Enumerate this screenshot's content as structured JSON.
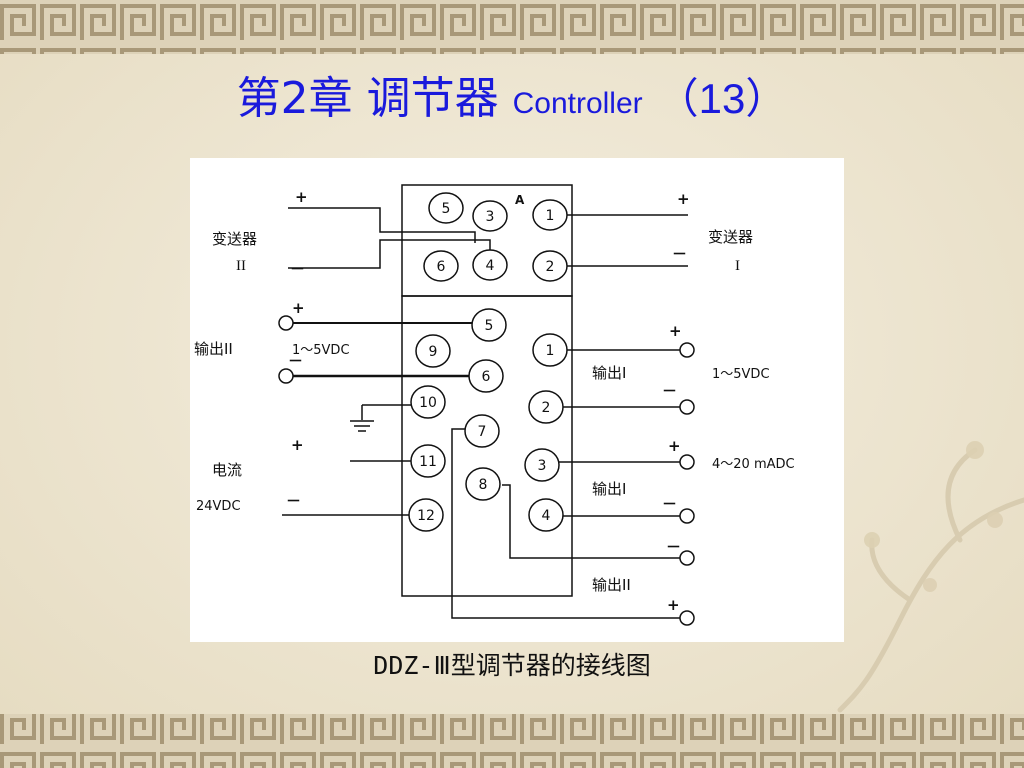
{
  "slide": {
    "title_cn": "第2章 调节器 ",
    "title_en": "Controller",
    "title_num": "（13）"
  },
  "diagram": {
    "left": {
      "transmitter_label": "变送器",
      "transmitter_id": "II",
      "output_label": "输出II",
      "output_range": "1～5VDC",
      "power_label": "电流",
      "power_voltage": "24VDC"
    },
    "right": {
      "transmitter_label": "变送器",
      "transmitter_id": "I",
      "output_label_1": "输出I",
      "output_range_1": "1～5VDC",
      "output_range_2": "4～20 mADC",
      "output_label_2": "输出I",
      "output_label_3": "输出II"
    },
    "marks": {
      "plus": "+",
      "minus": "－",
      "top_a": "A"
    },
    "upper_terminals": [
      "5",
      "3",
      "1",
      "6",
      "4",
      "2"
    ],
    "lower_terminals": [
      "5",
      "9",
      "1",
      "6",
      "10",
      "2",
      "7",
      "11",
      "3",
      "8",
      "4",
      "12"
    ]
  },
  "caption": "DDZ-Ⅲ型调节器的接线图",
  "colors": {
    "title": "#1a1adc",
    "background": "#efe7d3",
    "border_pattern": "#b9a98a"
  }
}
